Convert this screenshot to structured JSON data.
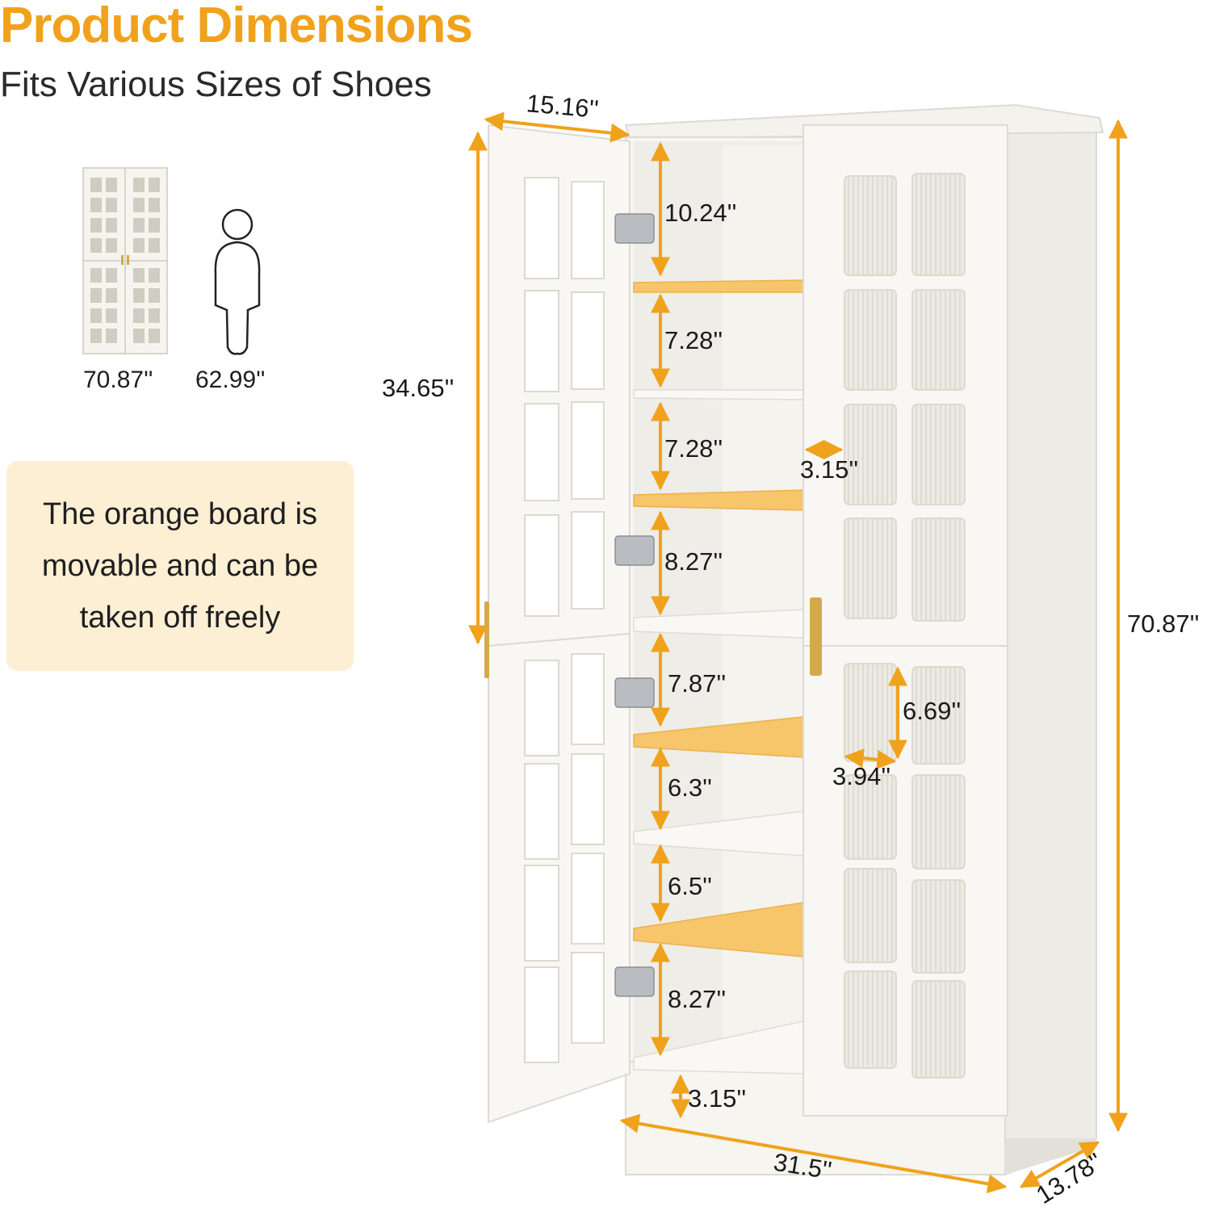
{
  "header": {
    "title": "Product Dimensions",
    "subtitle": "Fits Various Sizes of Shoes"
  },
  "scale_compare": {
    "cabinet_height": "70.87''",
    "person_height": "62.99''"
  },
  "note": "The orange board is movable and can be taken off freely",
  "dimensions": {
    "door_width": "15.16''",
    "upper_door_height": "34.65''",
    "total_height": "70.87''",
    "shelf_1": "10.24''",
    "shelf_2": "7.28''",
    "shelf_3": "7.28''",
    "shelf_4": "8.27''",
    "shelf_5": "7.87''",
    "shelf_6": "6.3''",
    "shelf_7": "6.5''",
    "shelf_8": "8.27''",
    "handle_gap": "3.15''",
    "glass_height": "6.69''",
    "glass_width": "3.94''",
    "base_height": "3.15''",
    "width": "31.5''",
    "depth": "13.78''"
  },
  "colors": {
    "accent": "#f0a21c",
    "cabinet": "#f6f4ee",
    "orange_board": "#f8c66a",
    "note_bg": "#fdefd4",
    "handle": "#d4a94a"
  }
}
